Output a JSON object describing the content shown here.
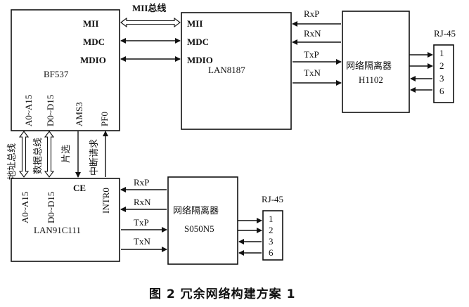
{
  "blocks": {
    "bf537": {
      "name": "BF537",
      "mii": "MII",
      "mdc": "MDC",
      "mdio": "MDIO",
      "pins": [
        "A0~A15",
        "D0~D15",
        "AMS3",
        "PF0"
      ]
    },
    "lan8187": {
      "name": "LAN8187",
      "mii": "MII",
      "mdc": "MDC",
      "mdio": "MDIO"
    },
    "h1102": {
      "line1": "网络隔离器",
      "line2": "H1102"
    },
    "lan91c111": {
      "name": "LAN91C111",
      "pins": [
        "A0~A15",
        "D0~D15",
        "CE",
        "INTR0"
      ]
    },
    "s050n5": {
      "line1": "网络隔离器",
      "line2": "S050N5"
    },
    "rj45_top": {
      "title": "RJ-45",
      "pins": [
        "1",
        "2",
        "3",
        "6"
      ]
    },
    "rj45_bottom": {
      "title": "RJ-45",
      "pins": [
        "1",
        "2",
        "3",
        "6"
      ]
    }
  },
  "labels": {
    "mii_bus": "MII总线",
    "top_signals": [
      "RxP",
      "RxN",
      "TxP",
      "TxN"
    ],
    "bottom_signals": [
      "RxP",
      "RxN",
      "TxP",
      "TxN"
    ],
    "vertical": [
      "地址总线",
      "数据总线",
      "片选",
      "中断请求"
    ]
  },
  "caption": "图 2   冗余网络构建方案 1"
}
